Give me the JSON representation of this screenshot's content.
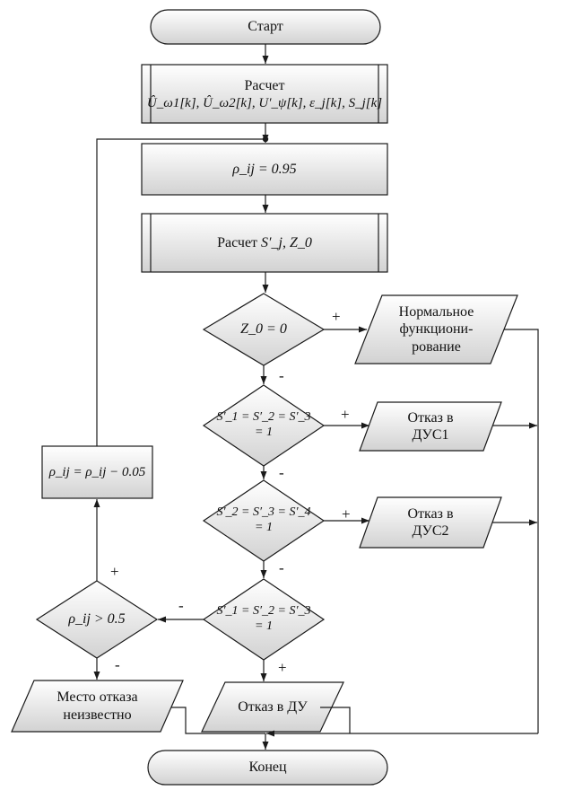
{
  "start": "Старт",
  "end": "Конец",
  "calc1": {
    "label": "Расчет",
    "formula": "Û_ω1[k], Û_ω2[k], U′_ψ[k], ε_j[k], S_j[k]"
  },
  "rho_init": "ρ_ij = 0.95",
  "calc2": {
    "label": "Расчет",
    "formula": "S′_j, Z_0"
  },
  "d1": "Z_0 = 0",
  "d2": {
    "line1": "S′_1 = S′_2 = S′_3",
    "line2": "= 1"
  },
  "d3": {
    "line1": "S′_2 = S′_3 = S′_4",
    "line2": "= 1"
  },
  "d4": {
    "line1": "S′_1 = S′_2 = S′_3",
    "line2": "= 1"
  },
  "d5": "ρ_ij > 0.5",
  "rho_update": "ρ_ij = ρ_ij − 0.05",
  "out_normal": [
    "Нормальное",
    "функциони-",
    "рование"
  ],
  "out_dus1": [
    "Отказ в",
    "ДУС1"
  ],
  "out_dus2": [
    "Отказ в",
    "ДУС2"
  ],
  "out_du": "Отказ в ДУ",
  "out_unknown": [
    "Место отказа",
    "неизвестно"
  ],
  "signs": {
    "d1_yes": "+",
    "d1_no": "-",
    "d2_yes": "+",
    "d2_no": "-",
    "d3_yes": "+",
    "d3_no": "-",
    "d4_yes": "+",
    "d4_no": "-",
    "d5_yes": "+",
    "d5_no": "-"
  },
  "colors": {
    "fill_top": "#ffffff",
    "fill_bottom": "#d4d4d4",
    "stroke": "#1a1a1a"
  }
}
